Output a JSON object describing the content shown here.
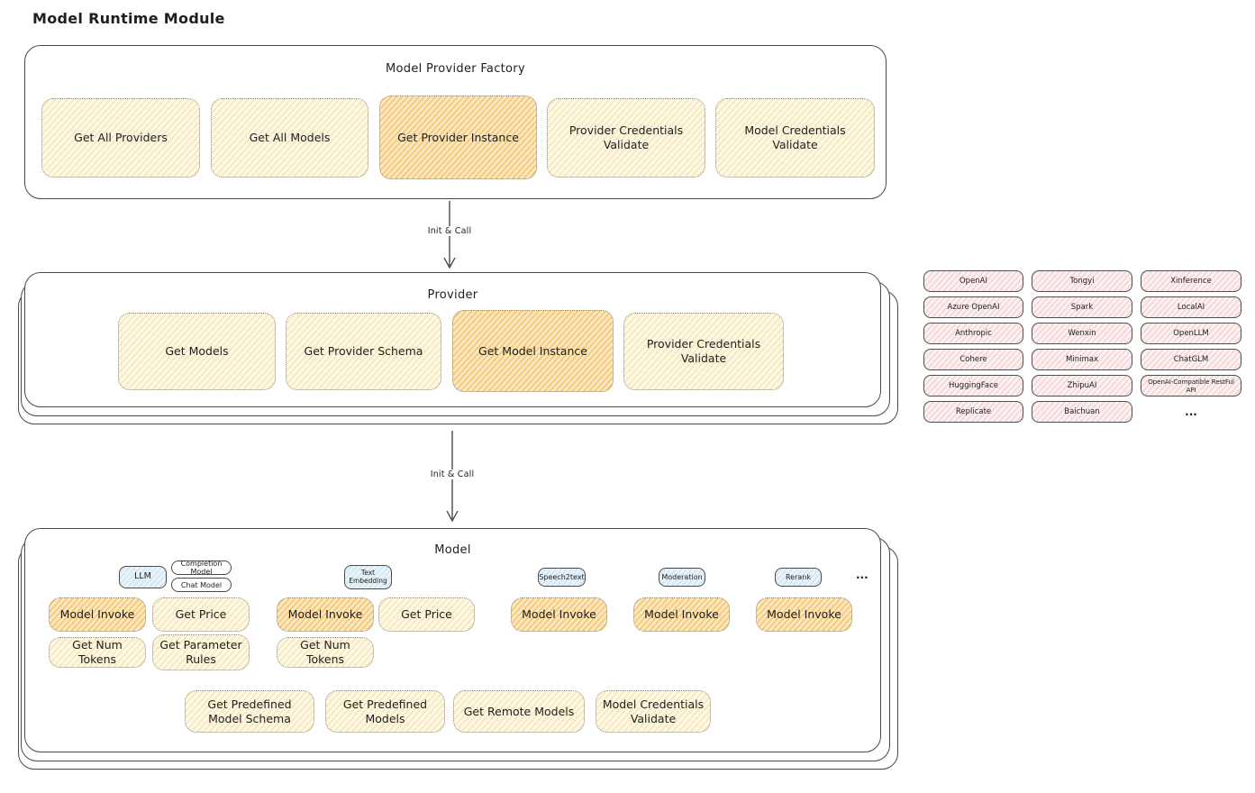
{
  "page_title": "Model Runtime Module",
  "arrows": {
    "factory_to_provider": "Init & Call",
    "provider_to_model": "Init & Call"
  },
  "factory": {
    "title": "Model Provider Factory",
    "buttons": [
      {
        "label": "Get All Providers",
        "highlighted": false
      },
      {
        "label": "Get All Models",
        "highlighted": false
      },
      {
        "label": "Get Provider Instance",
        "highlighted": true
      },
      {
        "label": "Provider Credentials Validate",
        "highlighted": false
      },
      {
        "label": "Model Credentials Validate",
        "highlighted": false
      }
    ]
  },
  "provider": {
    "title": "Provider",
    "buttons": [
      {
        "label": "Get Models",
        "highlighted": false
      },
      {
        "label": "Get Provider Schema",
        "highlighted": false
      },
      {
        "label": "Get Model Instance",
        "highlighted": true
      },
      {
        "label": "Provider Credentials Validate",
        "highlighted": false
      }
    ]
  },
  "providers_grid": {
    "items": [
      "OpenAI",
      "Tongyi",
      "Xinference",
      "Azure OpenAI",
      "Spark",
      "LocalAI",
      "Anthropic",
      "Wenxin",
      "OpenLLM",
      "Cohere",
      "Minimax",
      "ChatGLM",
      "HuggingFace",
      "ZhipuAI",
      "OpenAI-Compatible RestFul API",
      "Replicate",
      "Baichuan"
    ],
    "more_label": "..."
  },
  "model": {
    "title": "Model",
    "tabs": {
      "llm": "LLM",
      "completion_model": "Completion Model",
      "chat_model": "Chat Model",
      "text_embedding": "Text Embedding",
      "speech2text": "Speech2text",
      "moderation": "Moderation",
      "rerank": "Rerank",
      "more": "..."
    },
    "llm_buttons": [
      {
        "label": "Model Invoke",
        "highlighted": true
      },
      {
        "label": "Get Price",
        "highlighted": false
      },
      {
        "label": "Get Num Tokens",
        "highlighted": false
      },
      {
        "label": "Get Parameter Rules",
        "highlighted": false
      }
    ],
    "text_embedding_buttons": [
      {
        "label": "Model Invoke",
        "highlighted": true
      },
      {
        "label": "Get Price",
        "highlighted": false
      },
      {
        "label": "Get Num Tokens",
        "highlighted": false
      }
    ],
    "speech2text_buttons": [
      {
        "label": "Model Invoke",
        "highlighted": true
      }
    ],
    "moderation_buttons": [
      {
        "label": "Model Invoke",
        "highlighted": true
      }
    ],
    "rerank_buttons": [
      {
        "label": "Model Invoke",
        "highlighted": true
      }
    ],
    "common_buttons": [
      {
        "label": "Get Predefined Model Schema",
        "highlighted": false
      },
      {
        "label": "Get Predefined Models",
        "highlighted": false
      },
      {
        "label": "Get Remote Models",
        "highlighted": false
      },
      {
        "label": "Model Credentials Validate",
        "highlighted": false
      }
    ]
  },
  "colors": {
    "node_yellow": "#fdf7e3",
    "node_yellow_hatch": "#f4e7bb",
    "node_orange": "#fbe8c0",
    "node_orange_hatch": "#f5c878",
    "tab_blue": "#e9f3fa",
    "tab_blue_hatch": "#cfe4f3",
    "provider_pink": "#fcf0f0",
    "provider_pink_hatch": "#f2d3d3",
    "outline": "#4a4a4a",
    "text": "#1e1e1e"
  }
}
